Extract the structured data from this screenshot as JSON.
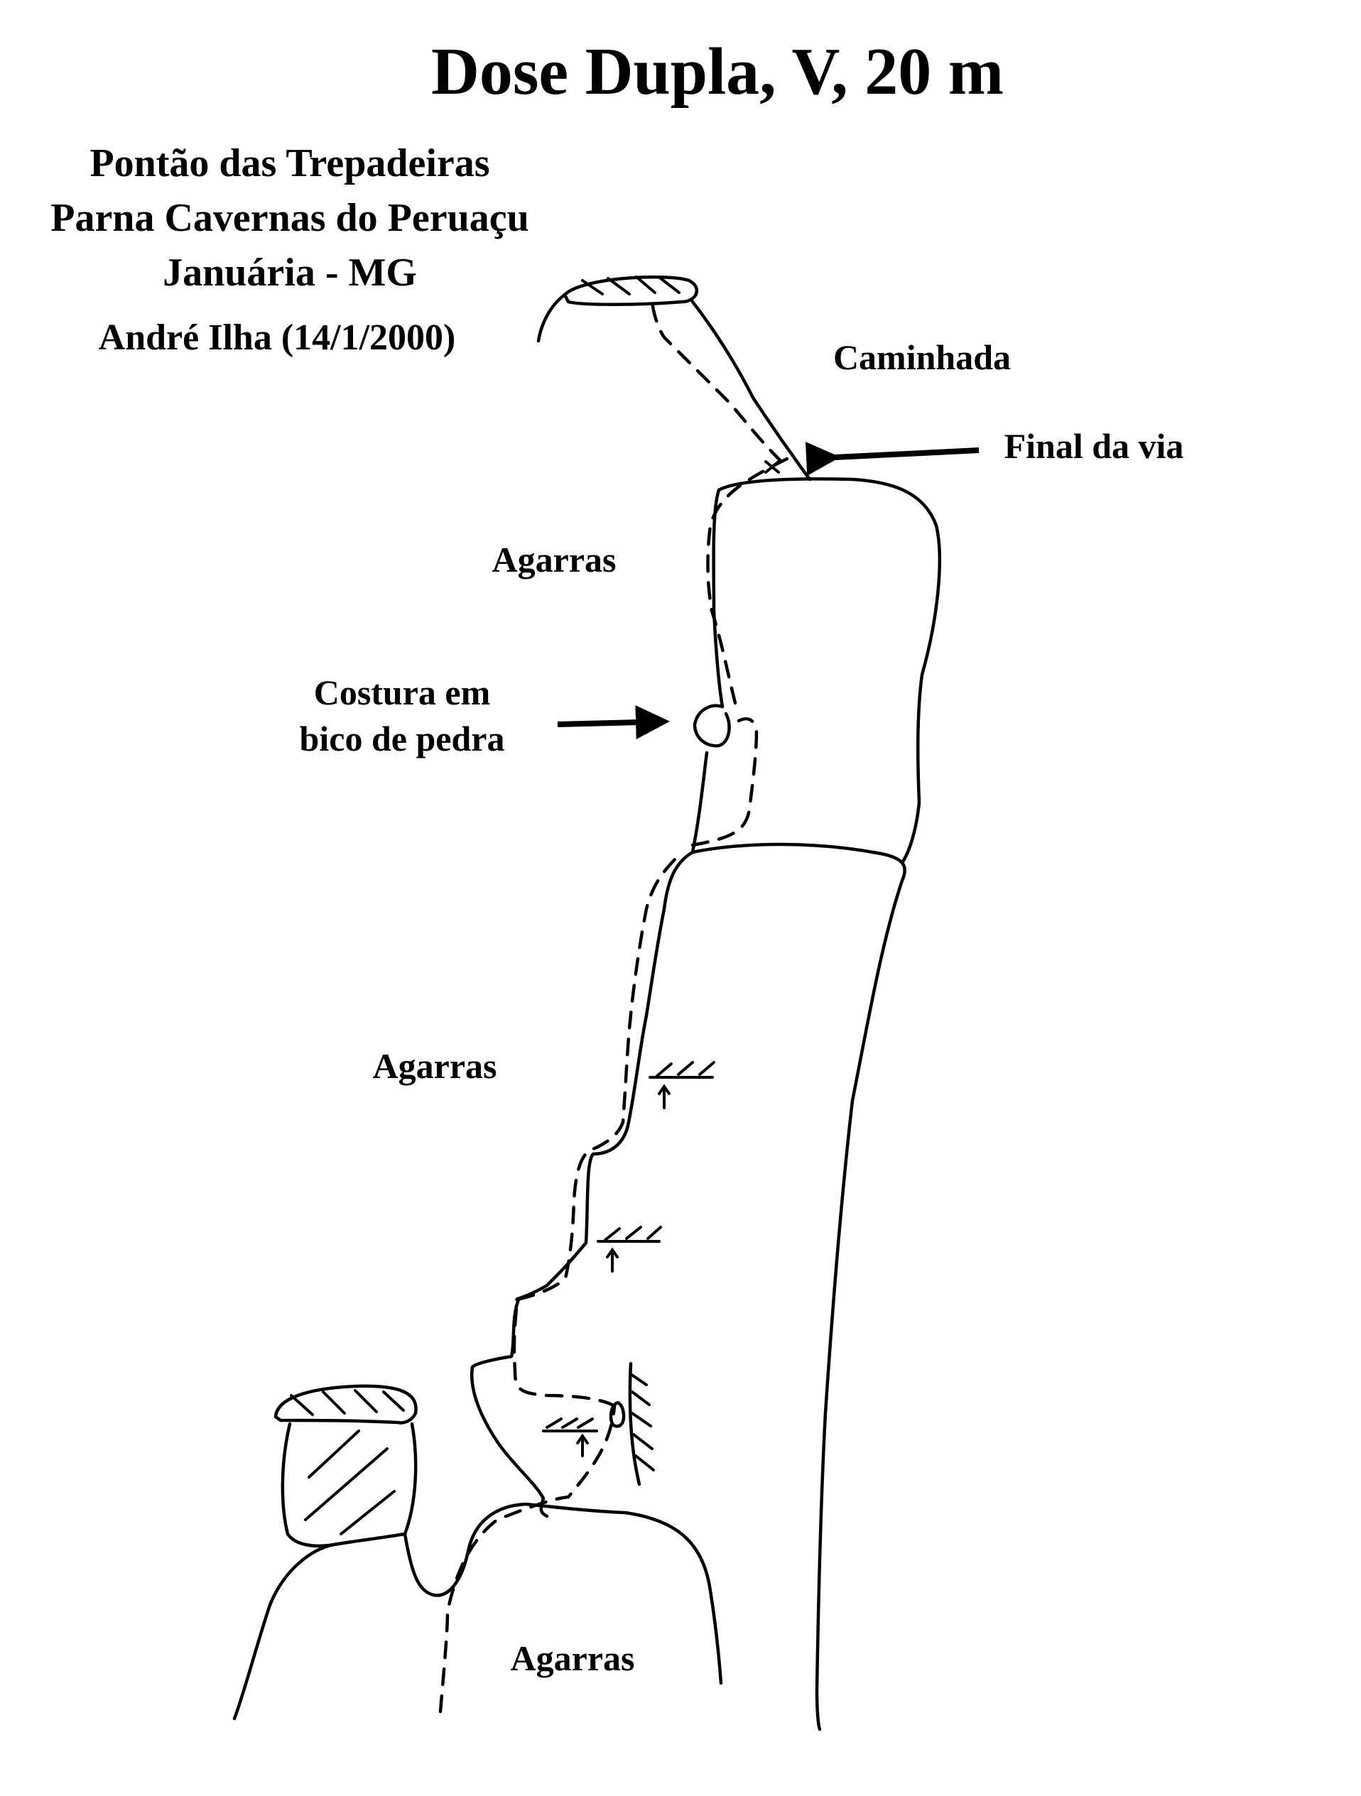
{
  "title": "Dose Dupla, V, 20 m",
  "header": {
    "location": "Pontão das Trepadeiras",
    "park": "Parna Cavernas do Peruaçu",
    "city": "Januária - MG",
    "author": "André Ilha (14/1/2000)"
  },
  "labels": {
    "walk": "Caminhada",
    "route_end": "Final da via",
    "holds_upper": "Agarras",
    "protection_line1": "Costura em",
    "protection_line2": "bico de pedra",
    "holds_middle": "Agarras",
    "holds_bottom": "Agarras"
  },
  "icons": {
    "arrow": "left-pointing-arrow",
    "ledge": "ledge-hatch-symbol",
    "move": "small-up-arrow-symbol"
  }
}
